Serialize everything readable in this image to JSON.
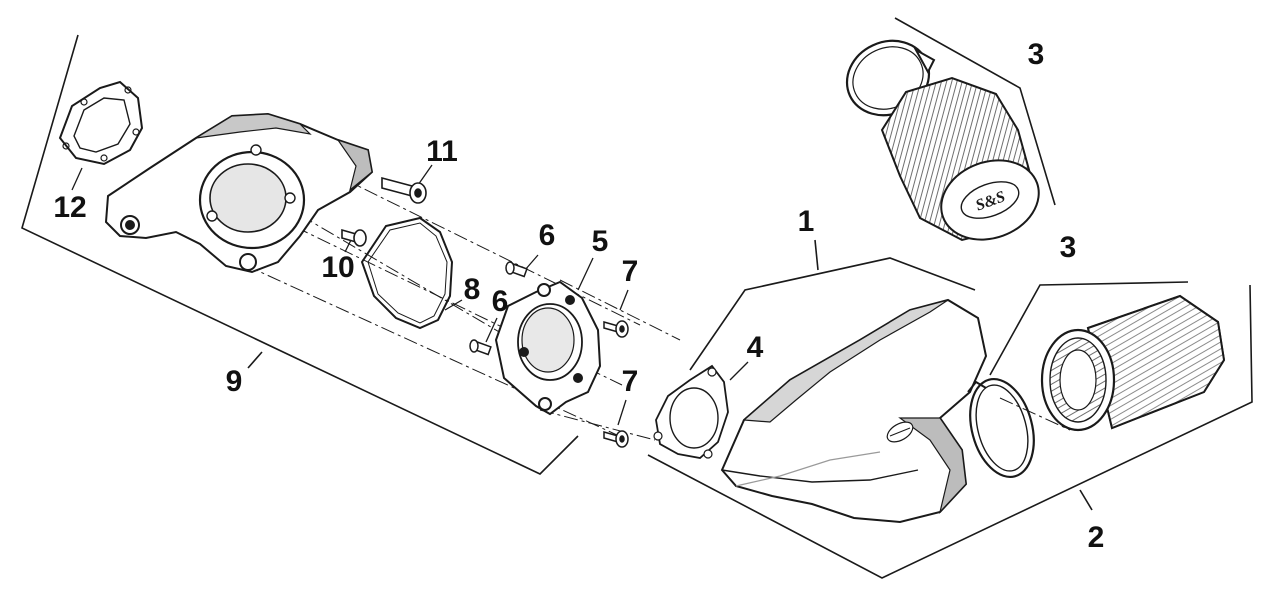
{
  "diagram": {
    "callouts": {
      "c1": "1",
      "c2": "2",
      "c3a": "3",
      "c3b": "3",
      "c4": "4",
      "c5": "5",
      "c6a": "6",
      "c6b": "6",
      "c7a": "7",
      "c7b": "7",
      "c8": "8",
      "c9": "9",
      "c10": "10",
      "c11": "11",
      "c12": "12"
    },
    "logo_text": "S&S",
    "colors": {
      "line": "#1a1a1a",
      "part_fill": "#ffffff",
      "shading": "#9a9a9a",
      "filter_pleat": "#6f6f6f"
    }
  }
}
